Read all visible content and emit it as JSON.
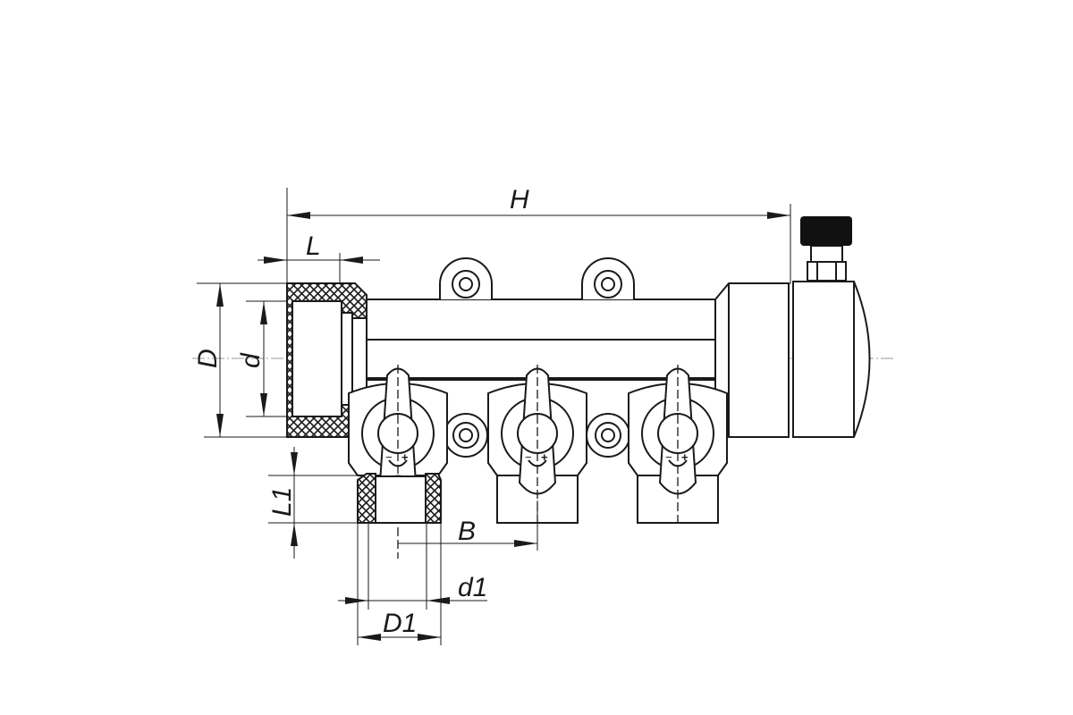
{
  "drawing": {
    "dimensions": {
      "H": "H",
      "L": "L",
      "D": "D",
      "d": "d",
      "L1": "L1",
      "B": "B",
      "d1": "d1",
      "D1": "D1"
    },
    "handle_marks": {
      "minus": "−",
      "plus": "+"
    },
    "colors": {
      "line": "#1a1a1a",
      "centerline": "#999999",
      "knob": "#111111"
    }
  }
}
